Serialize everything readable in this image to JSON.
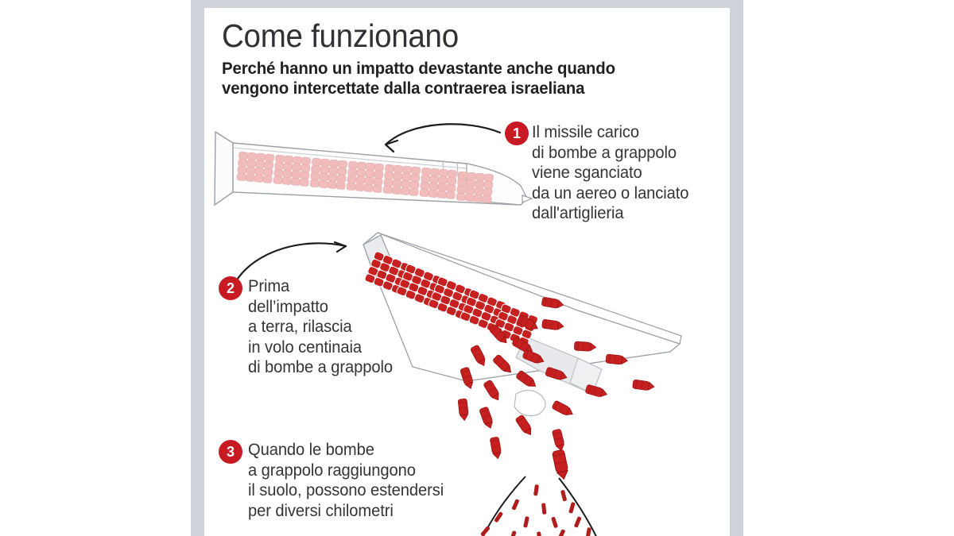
{
  "colors": {
    "frame_grey": "#ced3d9",
    "badge_red": "#c81a22",
    "bomblet_red": "#c62020",
    "bomblet_red_dark": "#9d1515",
    "bomblet_pink": "#f0bcbc",
    "bomblet_pink_dark": "#e6a8a8",
    "outline_grey": "#9aa0a6",
    "body_fill": "#fdfdfd",
    "text_dark": "#221f20",
    "text_body": "#333538",
    "arrow_black": "#1c1c1c"
  },
  "header": {
    "title": "Come funzionano",
    "subtitle_line_1": "Perché hanno un impatto devastante anche quando",
    "subtitle_line_2": "vengono intercettate dalla contraerea israeliana"
  },
  "steps": [
    {
      "number": "1",
      "lines": [
        "Il missile carico",
        "di bombe a grappolo",
        "viene sganciato",
        "da un aereo o lanciato",
        "dall'artiglieria"
      ]
    },
    {
      "number": "2",
      "lines": [
        "Prima",
        "dell’impatto",
        "a terra, rilascia",
        "in volo centinaia",
        "di bombe a grappolo"
      ]
    },
    {
      "number": "3",
      "lines": [
        "Quando le bombe",
        "a grappolo raggiungono",
        "il suolo, possono estendersi",
        "per diversi chilometri"
      ]
    }
  ],
  "illustrations": {
    "missile_intact": {
      "label": "missile-intact",
      "submunition_cluster_count": 7,
      "submunition_color": "#f0bcbc"
    },
    "missile_opening": {
      "label": "missile-releasing-submunitions",
      "submunition_cluster_count": 6,
      "submunition_color": "#c62020"
    },
    "dispersal_cone": {
      "label": "ground-dispersal-cone",
      "falling_bomblet_count": 22
    }
  },
  "arrows": [
    {
      "name": "arrow-to-missile-intact",
      "from": "badge-1",
      "to": "missile-intact"
    },
    {
      "name": "arrow-to-missile-opening",
      "from": "badge-2",
      "to": "missile-opening"
    }
  ]
}
